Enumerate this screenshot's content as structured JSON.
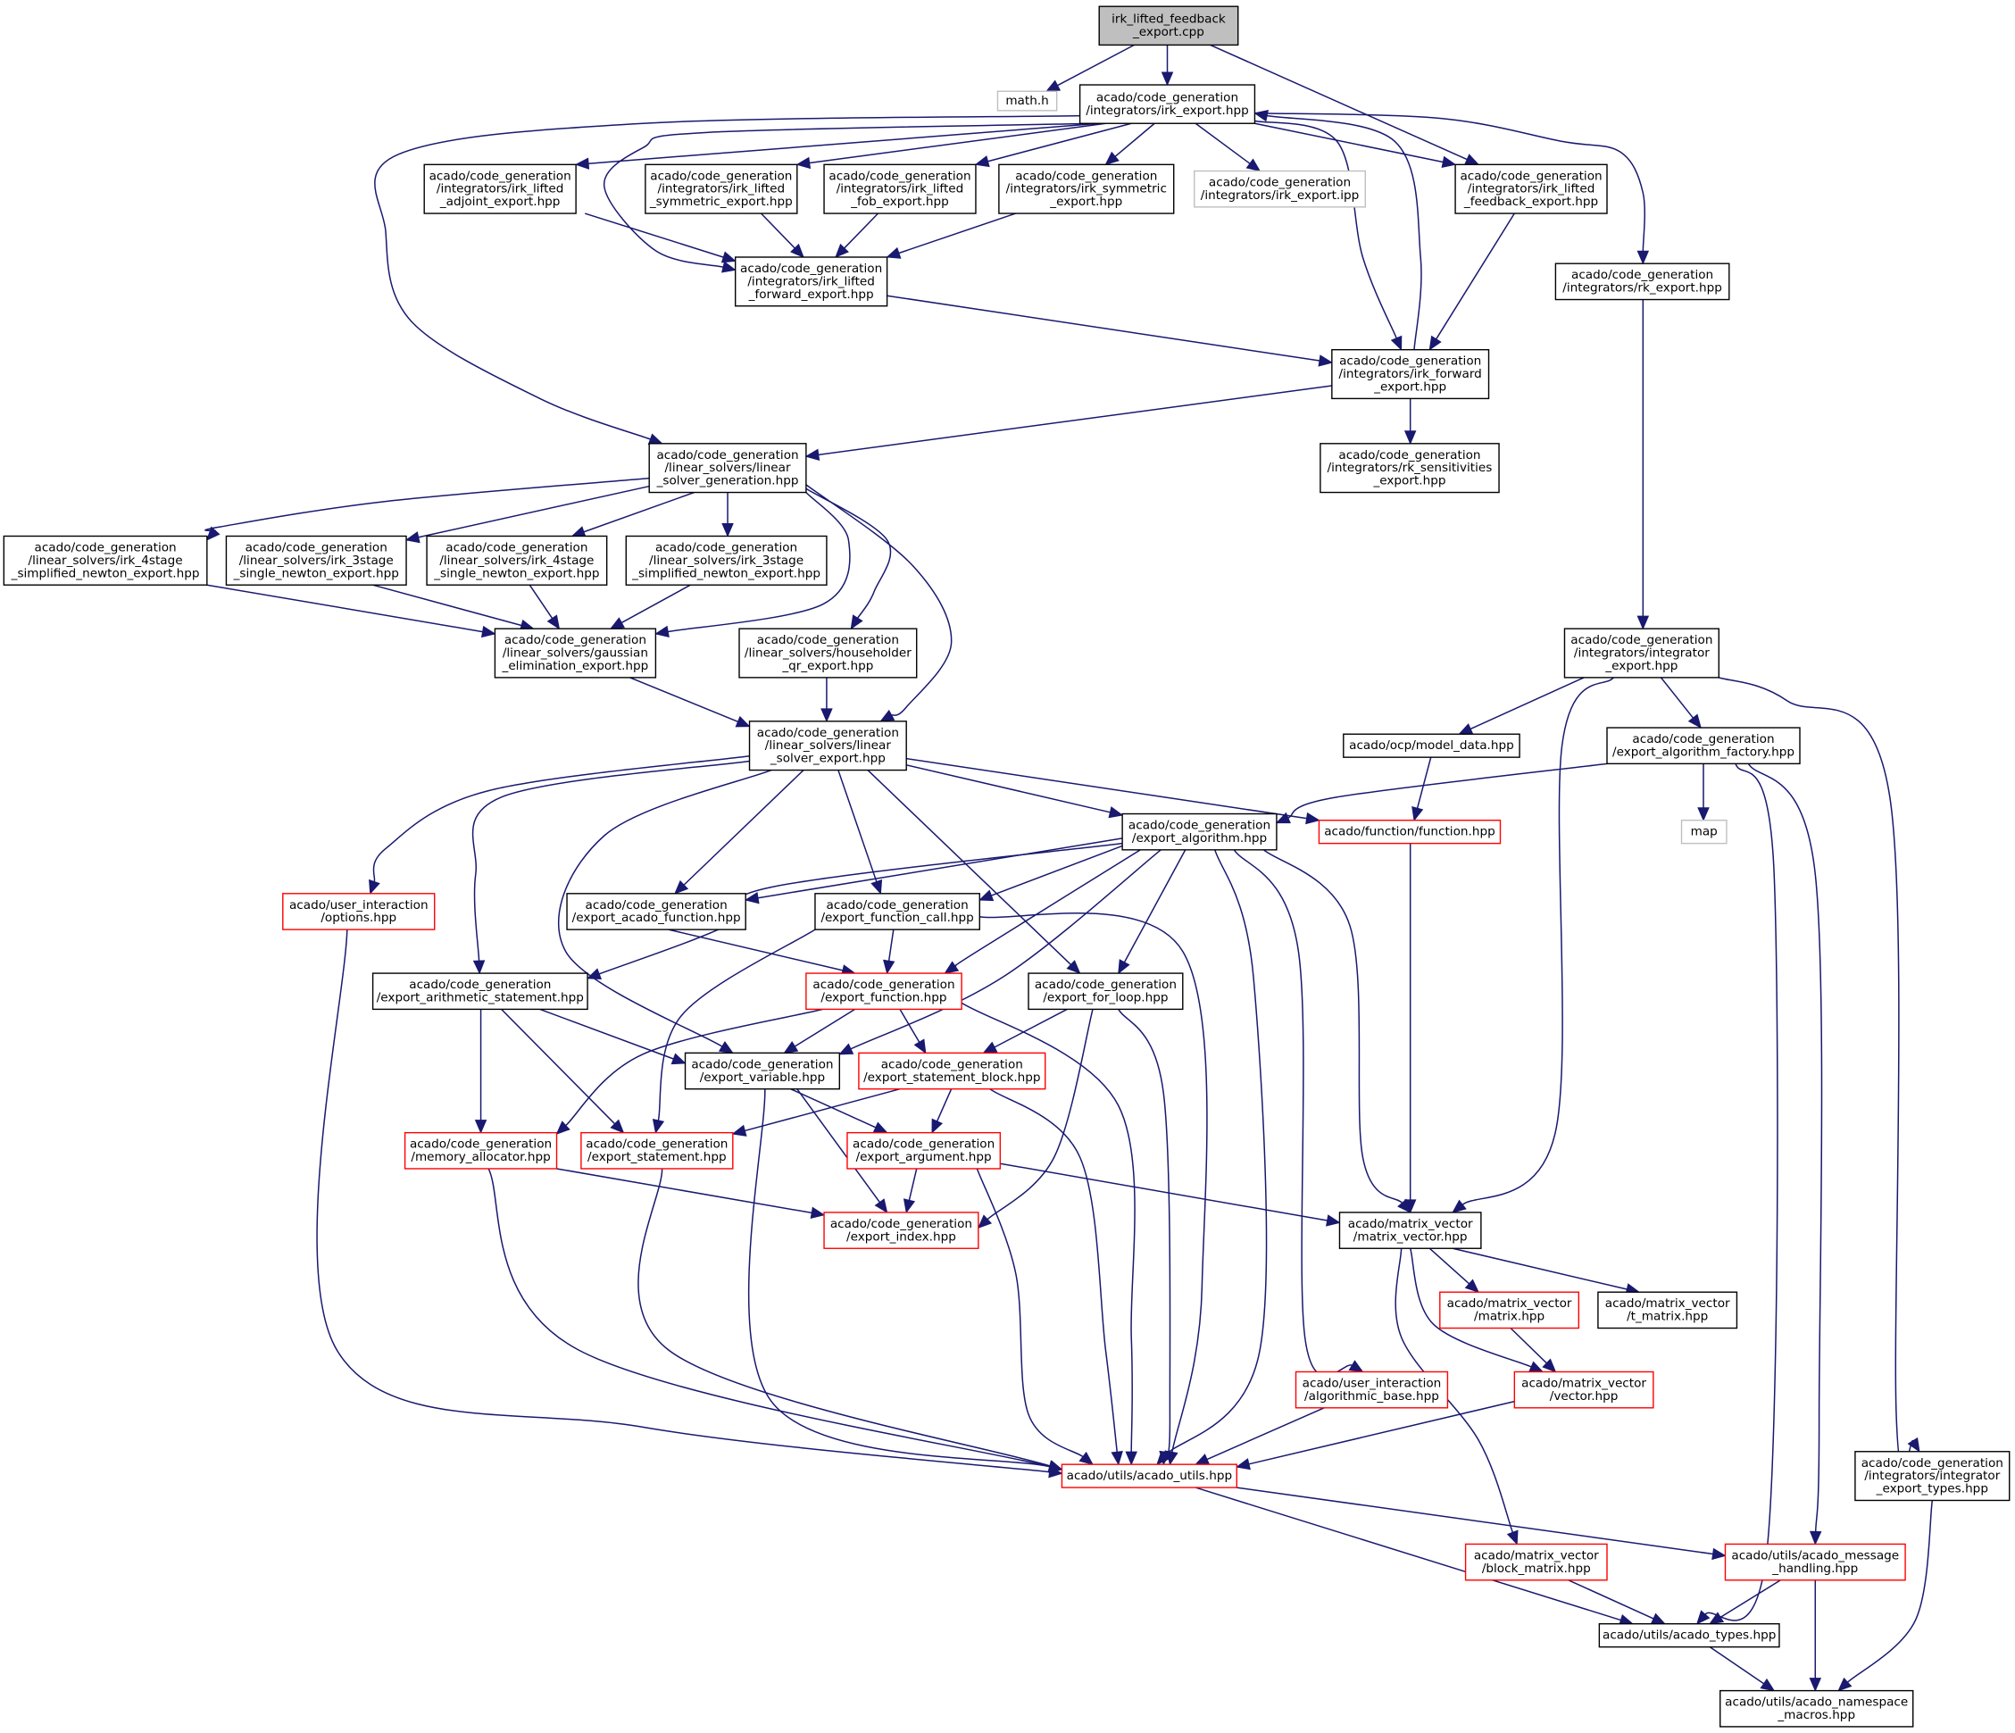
{
  "colors": {
    "edge": "#191970",
    "border_normal": "#000000",
    "border_missing": "#ff0000",
    "border_external": "#bfbfbf",
    "root_fill": "#bfbfbf"
  },
  "nodes": [
    {
      "id": "root",
      "style": "root",
      "lines": [
        "irk_lifted_feedback",
        "_export.cpp"
      ]
    },
    {
      "id": "math",
      "style": "gray",
      "lines": [
        "math.h"
      ]
    },
    {
      "id": "irk_export",
      "style": "normal",
      "lines": [
        "acado/code_generation",
        "/integrators/irk_export.hpp"
      ]
    },
    {
      "id": "adjoint",
      "style": "normal",
      "lines": [
        "acado/code_generation",
        "/integrators/irk_lifted",
        "_adjoint_export.hpp"
      ]
    },
    {
      "id": "symmetric_lifted",
      "style": "normal",
      "lines": [
        "acado/code_generation",
        "/integrators/irk_lifted",
        "_symmetric_export.hpp"
      ]
    },
    {
      "id": "fob",
      "style": "normal",
      "lines": [
        "acado/code_generation",
        "/integrators/irk_lifted",
        "_fob_export.hpp"
      ]
    },
    {
      "id": "irk_symmetric",
      "style": "normal",
      "lines": [
        "acado/code_generation",
        "/integrators/irk_symmetric",
        "_export.hpp"
      ]
    },
    {
      "id": "irk_ipp",
      "style": "gray",
      "lines": [
        "acado/code_generation",
        "/integrators/irk_export.ipp"
      ]
    },
    {
      "id": "feedback",
      "style": "normal",
      "lines": [
        "acado/code_generation",
        "/integrators/irk_lifted",
        "_feedback_export.hpp"
      ]
    },
    {
      "id": "lifted_forward",
      "style": "normal",
      "lines": [
        "acado/code_generation",
        "/integrators/irk_lifted",
        "_forward_export.hpp"
      ]
    },
    {
      "id": "rk_export",
      "style": "normal",
      "lines": [
        "acado/code_generation",
        "/integrators/rk_export.hpp"
      ]
    },
    {
      "id": "irk_forward",
      "style": "normal",
      "lines": [
        "acado/code_generation",
        "/integrators/irk_forward",
        "_export.hpp"
      ]
    },
    {
      "id": "linear_solver_generation",
      "style": "normal",
      "lines": [
        "acado/code_generation",
        "/linear_solvers/linear",
        "_solver_generation.hpp"
      ]
    },
    {
      "id": "rk_sens",
      "style": "normal",
      "lines": [
        "acado/code_generation",
        "/integrators/rk_sensitivities",
        "_export.hpp"
      ]
    },
    {
      "id": "irk4_simplified",
      "style": "normal",
      "lines": [
        "acado/code_generation",
        "/linear_solvers/irk_4stage",
        "_simplified_newton_export.hpp"
      ]
    },
    {
      "id": "irk3_single",
      "style": "normal",
      "lines": [
        "acado/code_generation",
        "/linear_solvers/irk_3stage",
        "_single_newton_export.hpp"
      ]
    },
    {
      "id": "irk4_single",
      "style": "normal",
      "lines": [
        "acado/code_generation",
        "/linear_solvers/irk_4stage",
        "_single_newton_export.hpp"
      ]
    },
    {
      "id": "irk3_simplified",
      "style": "normal",
      "lines": [
        "acado/code_generation",
        "/linear_solvers/irk_3stage",
        "_simplified_newton_export.hpp"
      ]
    },
    {
      "id": "gaussian",
      "style": "normal",
      "lines": [
        "acado/code_generation",
        "/linear_solvers/gaussian",
        "_elimination_export.hpp"
      ]
    },
    {
      "id": "householder",
      "style": "normal",
      "lines": [
        "acado/code_generation",
        "/linear_solvers/householder",
        "_qr_export.hpp"
      ]
    },
    {
      "id": "integrator_export",
      "style": "normal",
      "lines": [
        "acado/code_generation",
        "/integrators/integrator",
        "_export.hpp"
      ]
    },
    {
      "id": "linear_solver_export",
      "style": "normal",
      "lines": [
        "acado/code_generation",
        "/linear_solvers/linear",
        "_solver_export.hpp"
      ]
    },
    {
      "id": "model_data",
      "style": "normal",
      "lines": [
        "acado/ocp/model_data.hpp"
      ]
    },
    {
      "id": "factory",
      "style": "normal",
      "lines": [
        "acado/code_generation",
        "/export_algorithm_factory.hpp"
      ]
    },
    {
      "id": "export_algorithm",
      "style": "normal",
      "lines": [
        "acado/code_generation",
        "/export_algorithm.hpp"
      ]
    },
    {
      "id": "function",
      "style": "red",
      "lines": [
        "acado/function/function.hpp"
      ]
    },
    {
      "id": "map",
      "style": "gray",
      "lines": [
        "map"
      ]
    },
    {
      "id": "options",
      "style": "red",
      "lines": [
        "acado/user_interaction",
        "/options.hpp"
      ]
    },
    {
      "id": "acado_function",
      "style": "normal",
      "lines": [
        "acado/code_generation",
        "/export_acado_function.hpp"
      ]
    },
    {
      "id": "function_call",
      "style": "normal",
      "lines": [
        "acado/code_generation",
        "/export_function_call.hpp"
      ]
    },
    {
      "id": "arithmetic",
      "style": "normal",
      "lines": [
        "acado/code_generation",
        "/export_arithmetic_statement.hpp"
      ]
    },
    {
      "id": "export_function",
      "style": "red",
      "lines": [
        "acado/code_generation",
        "/export_function.hpp"
      ]
    },
    {
      "id": "for_loop",
      "style": "normal",
      "lines": [
        "acado/code_generation",
        "/export_for_loop.hpp"
      ]
    },
    {
      "id": "variable",
      "style": "normal",
      "lines": [
        "acado/code_generation",
        "/export_variable.hpp"
      ]
    },
    {
      "id": "statement_block",
      "style": "red",
      "lines": [
        "acado/code_generation",
        "/export_statement_block.hpp"
      ]
    },
    {
      "id": "memory",
      "style": "red",
      "lines": [
        "acado/code_generation",
        "/memory_allocator.hpp"
      ]
    },
    {
      "id": "statement",
      "style": "red",
      "lines": [
        "acado/code_generation",
        "/export_statement.hpp"
      ]
    },
    {
      "id": "argument",
      "style": "red",
      "lines": [
        "acado/code_generation",
        "/export_argument.hpp"
      ]
    },
    {
      "id": "index",
      "style": "red",
      "lines": [
        "acado/code_generation",
        "/export_index.hpp"
      ]
    },
    {
      "id": "matrix_vector",
      "style": "normal",
      "lines": [
        "acado/matrix_vector",
        "/matrix_vector.hpp"
      ]
    },
    {
      "id": "matrix",
      "style": "red",
      "lines": [
        "acado/matrix_vector",
        "/matrix.hpp"
      ]
    },
    {
      "id": "t_matrix",
      "style": "normal",
      "lines": [
        "acado/matrix_vector",
        "/t_matrix.hpp"
      ]
    },
    {
      "id": "algorithmic_base",
      "style": "red",
      "lines": [
        "acado/user_interaction",
        "/algorithmic_base.hpp"
      ]
    },
    {
      "id": "vector",
      "style": "red",
      "lines": [
        "acado/matrix_vector",
        "/vector.hpp"
      ]
    },
    {
      "id": "integrator_types",
      "style": "normal",
      "lines": [
        "acado/code_generation",
        "/integrators/integrator",
        "_export_types.hpp"
      ]
    },
    {
      "id": "acado_utils",
      "style": "red",
      "lines": [
        "acado/utils/acado_utils.hpp"
      ]
    },
    {
      "id": "block_matrix",
      "style": "red",
      "lines": [
        "acado/matrix_vector",
        "/block_matrix.hpp"
      ]
    },
    {
      "id": "message",
      "style": "red",
      "lines": [
        "acado/utils/acado_message",
        "_handling.hpp"
      ]
    },
    {
      "id": "acado_types",
      "style": "normal",
      "lines": [
        "acado/utils/acado_types.hpp"
      ]
    },
    {
      "id": "namespace",
      "style": "normal",
      "lines": [
        "acado/utils/acado_namespace",
        "_macros.hpp"
      ]
    }
  ]
}
